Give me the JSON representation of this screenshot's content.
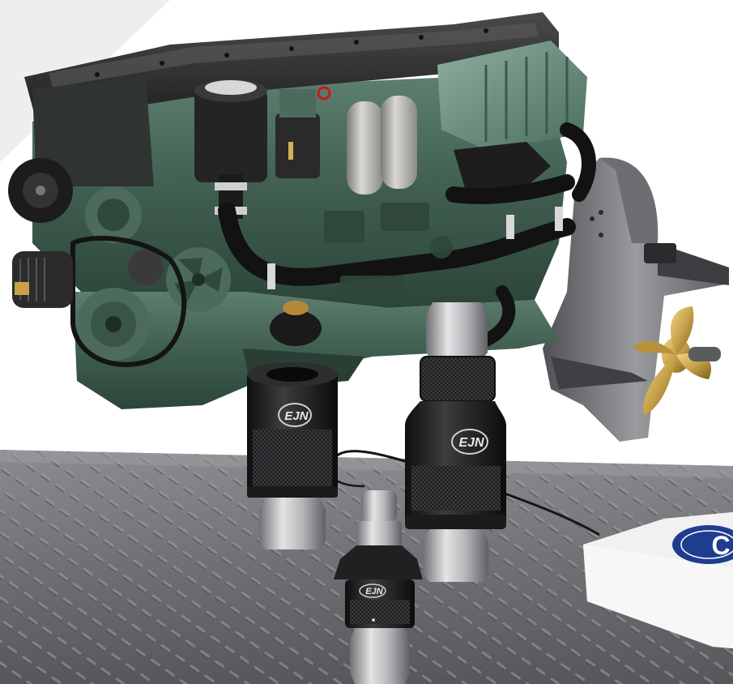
{
  "image": {
    "kind": "product-render",
    "subjects": [
      "marine-diesel-engine",
      "sterndrive-propeller",
      "quick-coupling-female",
      "quick-coupling-female-large",
      "quick-coupling-male",
      "pressure-sensor-box"
    ]
  },
  "branding": {
    "coupling_logo": "EJN",
    "box_badge": "C"
  },
  "colors": {
    "engine_green": "#3f5e4f",
    "engine_top": "#2b2b2b",
    "coupling_black": "#222222",
    "brass_propeller": "#c8a24a",
    "floor_gray": "#6b6d70",
    "box_white": "#f3f3f3",
    "badge_blue": "#1e3d8f"
  }
}
